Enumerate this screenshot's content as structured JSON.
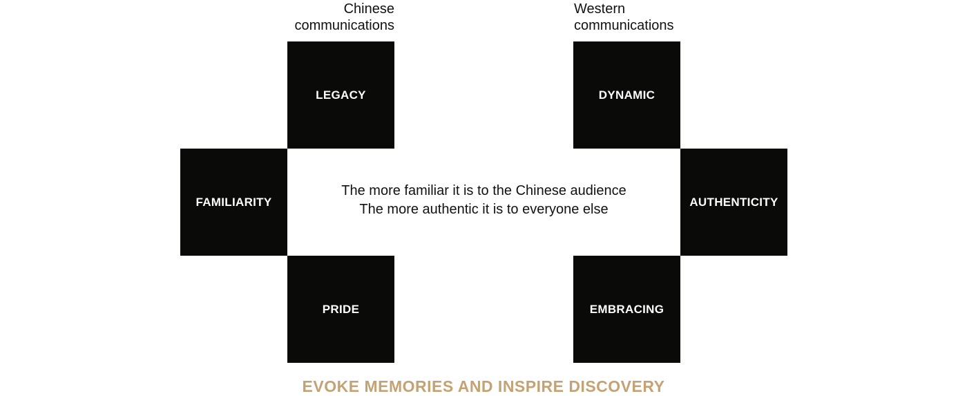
{
  "headers": {
    "chinese": {
      "line1": "Chinese",
      "line2": "communications"
    },
    "western": {
      "line1": "Western",
      "line2": "communications"
    }
  },
  "chinese_boxes": {
    "top": "LEGACY",
    "left": "FAMILIARITY",
    "bottom": "PRIDE"
  },
  "western_boxes": {
    "top": "DYNAMIC",
    "right": "AUTHENTICITY",
    "bottom": "EMBRACING"
  },
  "center": {
    "line1": "The more familiar it is to the Chinese audience",
    "line2": "The more authentic it is to everyone else"
  },
  "tagline": "EVOKE MEMORIES AND INSPIRE DISCOVERY",
  "colors": {
    "box_fill": "#0a0a09",
    "box_text": "#ffffff",
    "tagline": "#c4a274"
  }
}
